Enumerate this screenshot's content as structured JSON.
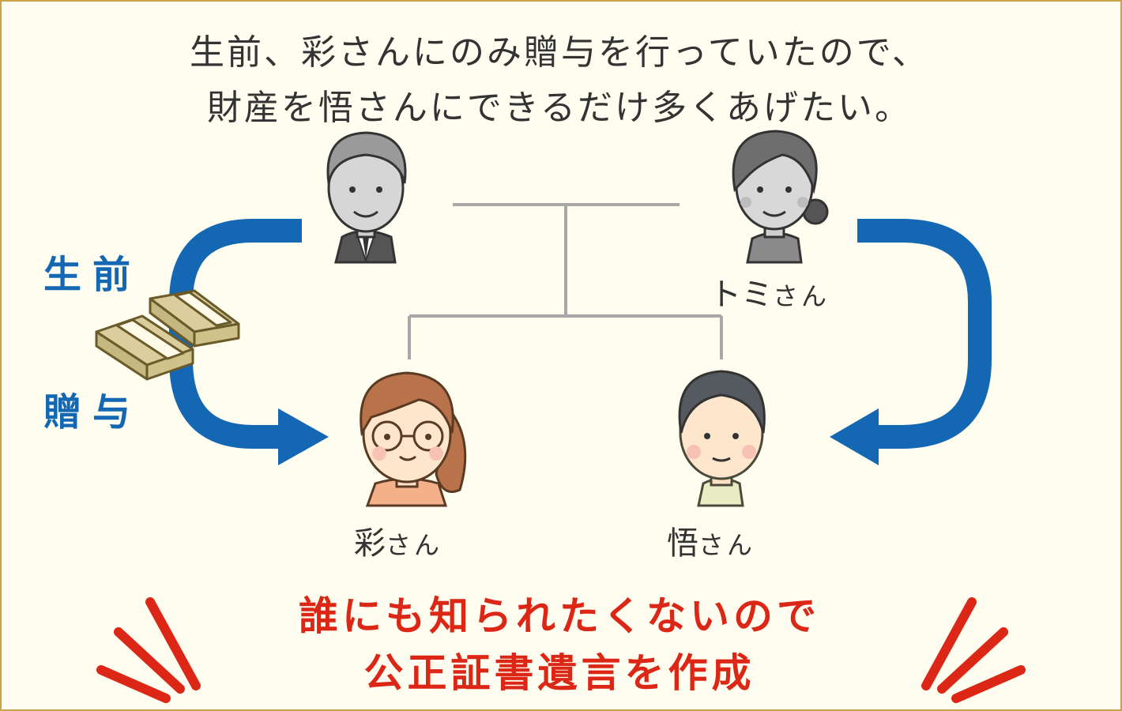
{
  "header": {
    "line1": "生前、彩さんにのみ贈与を行っていたので、",
    "line2": "財産を悟さんにできるだけ多くあげたい。"
  },
  "gift_label": {
    "top": "生前",
    "bottom": "贈与"
  },
  "people": {
    "mother": "トミ",
    "daughter": "彩",
    "son": "悟",
    "honorific": "さん"
  },
  "conclusion": {
    "line1": "誰にも知られたくないので",
    "line2": "公正証書遺言を作成"
  },
  "colors": {
    "arrow": "#1468b3",
    "line": "#a8a8a8",
    "emphasis": "#dc2716",
    "border": "#c9a44a",
    "background": "#fefdf0"
  }
}
